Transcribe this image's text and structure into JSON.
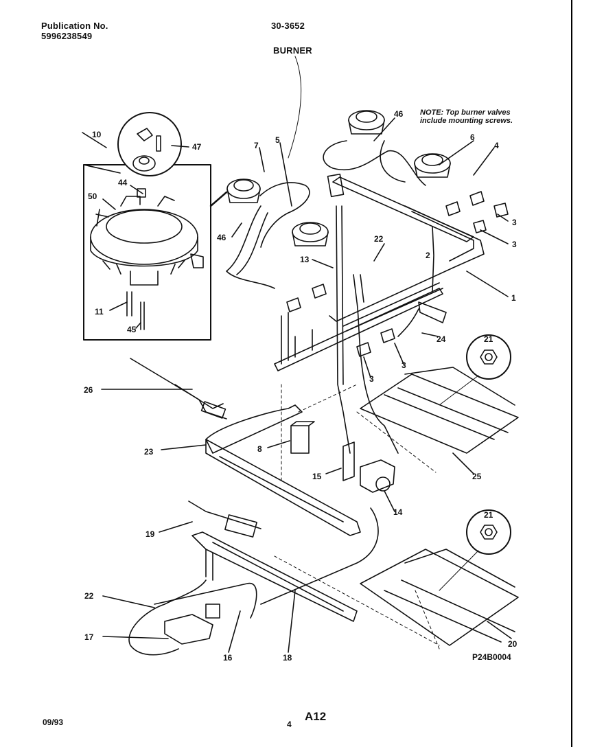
{
  "header": {
    "publication_label": "Publication No.",
    "publication_number": "5996238549",
    "model": "30-3652",
    "section_title": "BURNER"
  },
  "note": "NOTE: Top burner valves include mounting screws.",
  "part_labels": [
    "10",
    "47",
    "44",
    "50",
    "11",
    "45",
    "7",
    "5",
    "46",
    "46",
    "6",
    "4",
    "3",
    "3",
    "22",
    "13",
    "2",
    "1",
    "24",
    "21",
    "3",
    "3",
    "26",
    "8",
    "23",
    "15",
    "14",
    "25",
    "19",
    "21",
    "22",
    "17",
    "16",
    "18",
    "20"
  ],
  "figure_code": "P24B0004",
  "footer": {
    "date": "09/93",
    "page_number": "4",
    "page_code": "A12"
  }
}
